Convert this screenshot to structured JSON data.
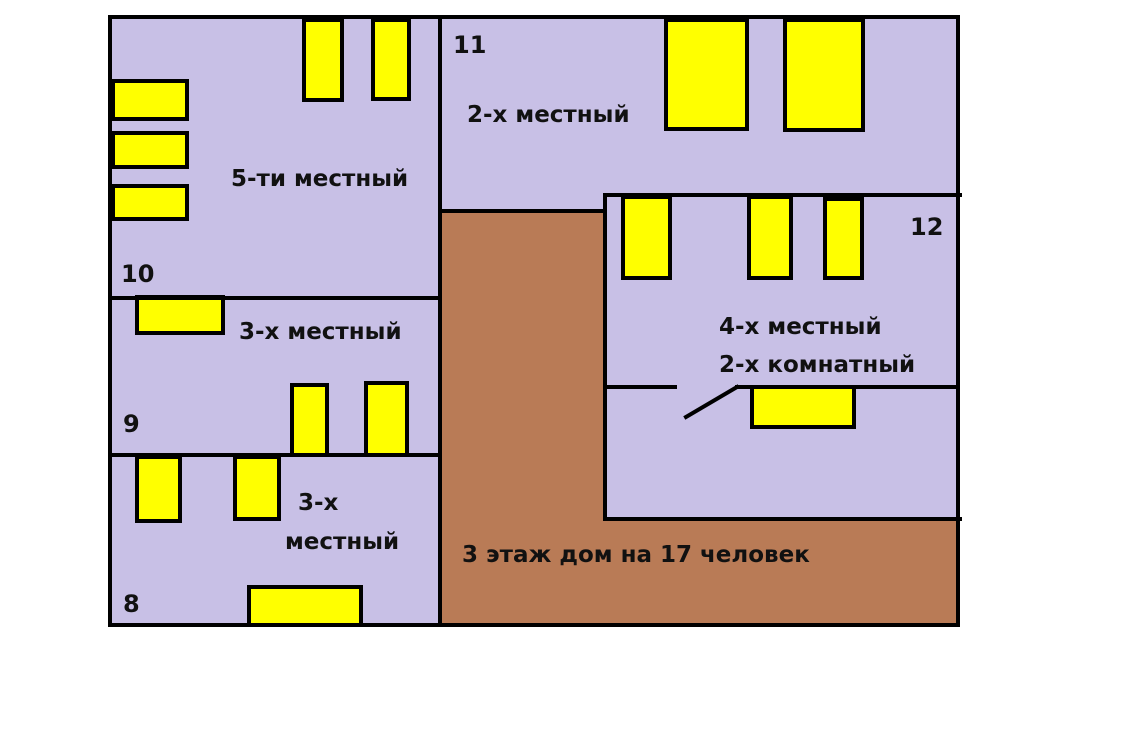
{
  "colors": {
    "room": "#c8c0e6",
    "corridor": "#b97b56",
    "bed": "#ffff00",
    "wall": "#000000"
  },
  "rooms": {
    "room10": {
      "number": "10",
      "label": "5-ти местный"
    },
    "room11": {
      "number": "11",
      "label": "2-х местный"
    },
    "room12": {
      "number": "12",
      "label_line1": "4-х местный",
      "label_line2": "2-х комнатный"
    },
    "room9": {
      "number": "9",
      "label": "3-х местный"
    },
    "room8": {
      "number": "8",
      "label_line1": "3-х",
      "label_line2": "местный"
    }
  },
  "caption": "3 этаж дом на 17 человек"
}
